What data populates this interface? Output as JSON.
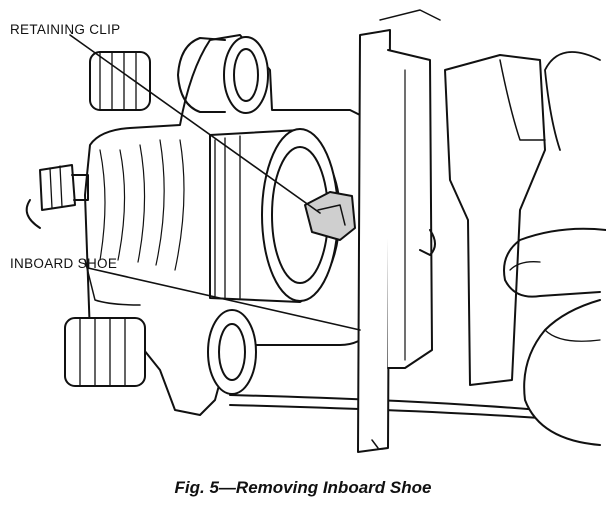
{
  "labels": {
    "retaining_clip": "RETAINING CLIP",
    "inboard_shoe": "INBOARD SHOE"
  },
  "caption": "Fig. 5—Removing Inboard Shoe",
  "colors": {
    "ink": "#111111",
    "paper": "#ffffff",
    "shade": "#cfcfcf"
  }
}
